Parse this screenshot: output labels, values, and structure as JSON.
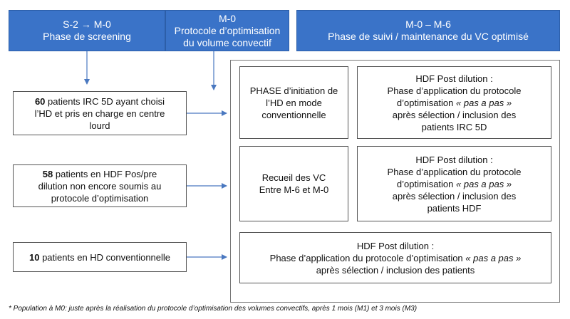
{
  "headers": [
    {
      "line1": "S-2 → M-0",
      "line2": "Phase de screening"
    },
    {
      "line1": "M-0",
      "line2": "Protocole d’optimisation",
      "line3": "du volume convectif"
    },
    {
      "line1": "M-0 – M-6",
      "line2": "Phase de suivi / maintenance du VC optimisé"
    }
  ],
  "populations": [
    {
      "count": "60",
      "line1_rest": " patients IRC 5D ayant choisi",
      "line2": "l’HD et pris en  charge en centre",
      "line3": "lourd"
    },
    {
      "count": "58",
      "line1_rest": " patients en HDF Pos/pre",
      "line2": "dilution non encore soumis au",
      "line3": "protocole d’optimisation"
    },
    {
      "count": "10",
      "line1_rest": " patients en HD conventionnelle"
    }
  ],
  "phase_boxes": {
    "initiation": {
      "line1": "PHASE d’initiation de",
      "line2": "l’HD en mode",
      "line3": "conventionnelle"
    },
    "recueil": {
      "line1": "Recueil des VC",
      "line2": "Entre M-6 et M-0"
    }
  },
  "hdf_boxes": [
    {
      "title": "HDF Post dilution :",
      "line2": "Phase d’application du protocole",
      "line3_pre": "d’optimisation ",
      "line3_it": "« pas a pas »",
      "line4": "après sélection / inclusion des",
      "line5": "patients IRC 5D"
    },
    {
      "title": "HDF Post dilution :",
      "line2": "Phase d’application du protocole",
      "line3_pre": "d’optimisation ",
      "line3_it": "« pas a pas »",
      "line4": "après sélection / inclusion des",
      "line5": "patients HDF"
    },
    {
      "title": "HDF Post dilution :",
      "line2_pre": "Phase d’application du protocole d’optimisation ",
      "line2_it": "« pas a pas »",
      "line3": "après sélection / inclusion des patients"
    }
  ],
  "footnote": "* Population à M0: juste après  la réalisation du protocole d’optimisation des volumes convectifs, après 1 mois  (M1) et 3 mois (M3)",
  "colors": {
    "header_fill": "#3a73c8",
    "arrow": "#4a78c0"
  }
}
